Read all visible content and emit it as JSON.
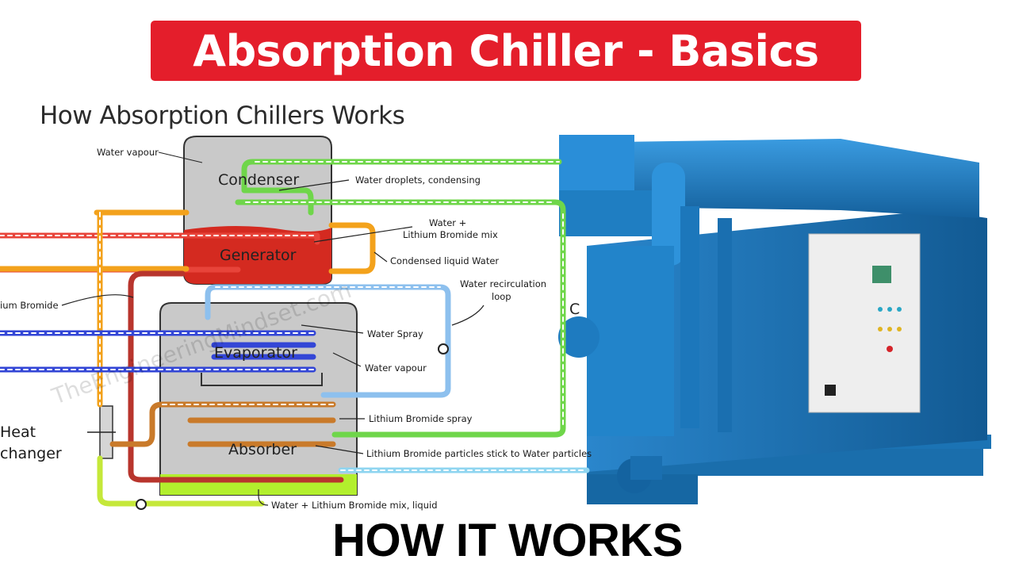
{
  "banner": {
    "title": "Absorption Chiller - Basics"
  },
  "diagram": {
    "subtitle": "How Absorption Chillers Works",
    "components": {
      "condenser": "Condenser",
      "generator": "Generator",
      "evaporator": "Evaporator",
      "absorber": "Absorber",
      "heat_exchanger_line1": "Heat",
      "heat_exchanger_line2": "changer"
    },
    "labels": {
      "water_vapour_top": "Water vapour",
      "water_droplets": "Water droplets, condensing",
      "water_libr_line1": "Water +",
      "water_libr_line2": "Lithium Bromide mix",
      "condensed_liquid": "Condensed liquid Water",
      "recirc_line1": "Water recirculation",
      "recirc_line2": "loop",
      "lithium_bromide": "ium Bromide",
      "water_spray": "Water Spray",
      "water_vapour_evap": "Water vapour",
      "libr_spray": "Lithium Bromide spray",
      "libr_particles": "Lithium Bromide particles stick to Water particles",
      "mix_liquid": "Water + Lithium Bromide mix, liquid",
      "cut_letter": "C"
    },
    "watermark": "TheEngineeringMindset.com"
  },
  "footer": {
    "text": "HOW IT WORKS"
  },
  "colors": {
    "banner_red": "#e41e2b",
    "machine_blue": "#1f7ec2",
    "generator_red": "#d42a20",
    "tank_gray": "#c9c9c9",
    "pipe_red": "#e8443a",
    "pipe_orange": "#f3a21c",
    "pipe_green": "#6fd64a",
    "pipe_blue": "#3346d6",
    "pipe_lightblue": "#8dc0ee",
    "pipe_purple": "#8a3aa0",
    "pipe_brown": "#c97a2a"
  }
}
